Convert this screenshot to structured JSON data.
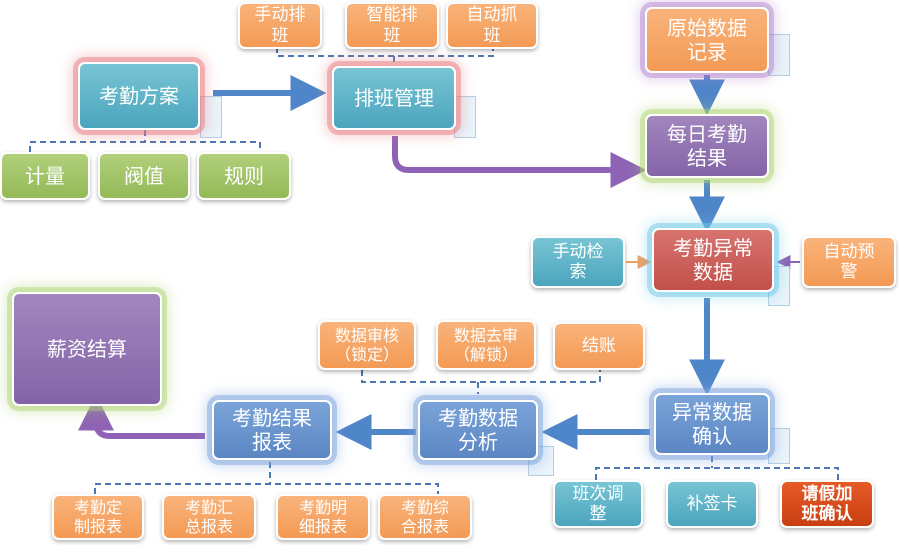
{
  "nodes": {
    "attendance_plan": "考勤方案",
    "schedule_management": "排班管理",
    "raw_data_records": "原始数据\n记录",
    "daily_attendance_results": "每日考勤\n结果",
    "attendance_exception_data": "考勤异常\n数据",
    "exception_data_confirmation": "异常数据\n确认",
    "attendance_data_analysis": "考勤数据\n分析",
    "attendance_result_reports": "考勤结果\n报表",
    "payroll_settlement": "薪资结算"
  },
  "schedule_methods": [
    "手动排\n班",
    "智能排\n班",
    "自动抓\n班"
  ],
  "plan_items": [
    "计量",
    "阀值",
    "规则"
  ],
  "exception_inputs": {
    "manual_search": "手动检\n索",
    "auto_warning": "自动预\n警"
  },
  "analysis_actions": [
    "数据审核\n（锁定）",
    "数据去审\n（解锁）",
    "结账"
  ],
  "confirmation_actions": [
    "班次调\n整",
    "补签卡",
    "请假加\n班确认"
  ],
  "report_types": [
    "考勤定\n制报表",
    "考勤汇\n总报表",
    "考勤明\n细报表",
    "考勤综\n合报表"
  ],
  "colors": {
    "teal_box": "#4ba5bd",
    "steel_box": "#5c86c3",
    "purple_box": "#8464a8",
    "rose_box": "#c2504b",
    "orange_box": "#f39a55",
    "green_box": "#94b957",
    "red_box": "#c83f12",
    "arrow_blue": "#4f86c9",
    "arrow_purple": "#8e63b5",
    "arrow_orange": "#f0a060",
    "dash": "#4c77b0"
  }
}
